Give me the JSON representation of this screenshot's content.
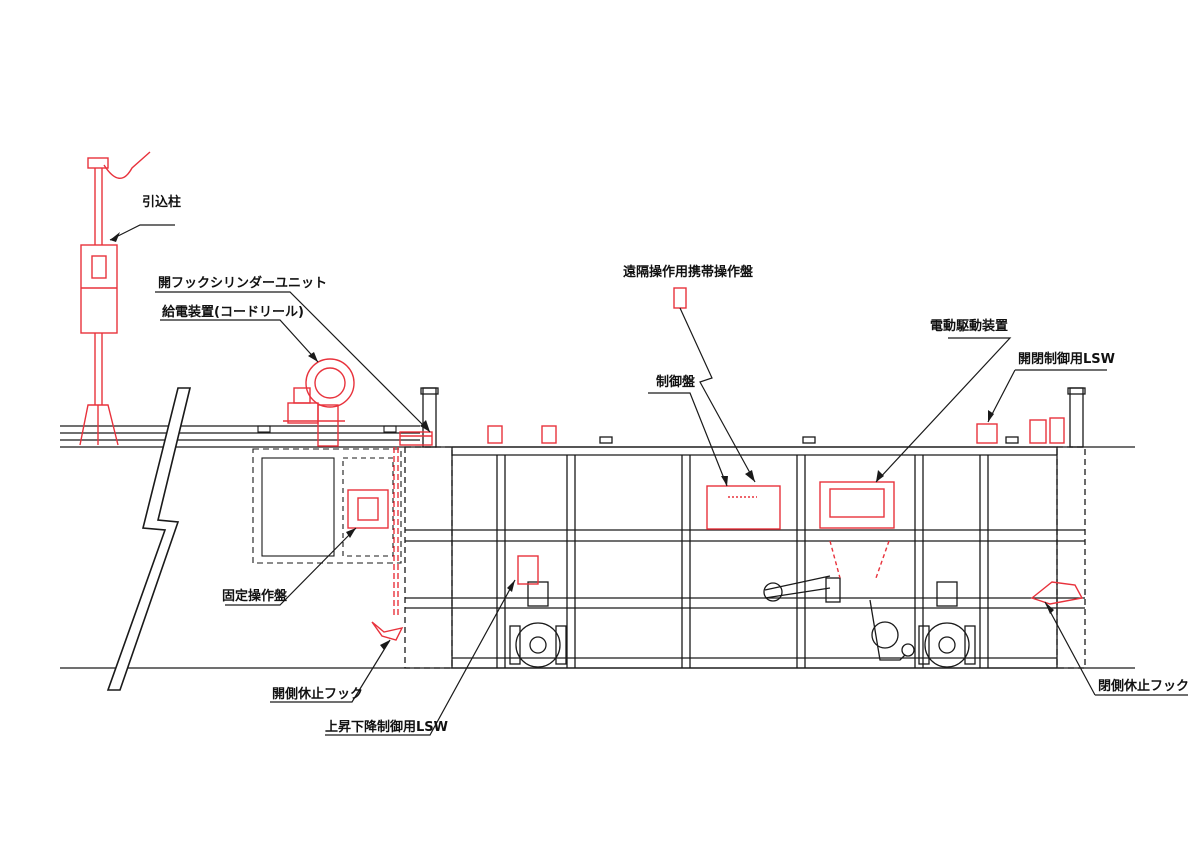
{
  "labels": {
    "pole": "引込柱",
    "hook_cylinder_unit": "開フックシリンダーユニット",
    "power_supply_reel": "給電装置(コードリール)",
    "portable_panel": "遠隔操作用携帯操作盤",
    "control_panel": "制御盤",
    "electric_drive": "電動駆動装置",
    "open_close_lsw": "開閉制御用LSW",
    "fixed_panel": "固定操作盤",
    "open_side_hook": "開側休止フック",
    "lift_lsw": "上昇下降制御用LSW",
    "close_side_hook": "閉側休止フック"
  },
  "colors": {
    "structure": "#1a1a1a",
    "equipment": "#e8323c",
    "paper": "#ffffff"
  }
}
